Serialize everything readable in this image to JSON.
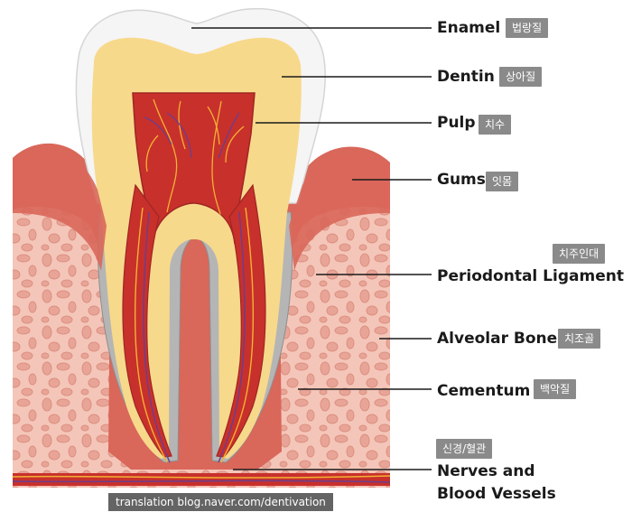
{
  "labels": {
    "enamel": {
      "en": "Enamel",
      "ko": "법랑질"
    },
    "dentin": {
      "en": "Dentin",
      "ko": "상아질"
    },
    "pulp": {
      "en": "Pulp",
      "ko": "치수"
    },
    "gums": {
      "en": "Gums",
      "ko": "잇몸"
    },
    "periodontal": {
      "en": "Periodontal Ligament",
      "ko": "치주인대"
    },
    "alveolar": {
      "en": "Alveolar Bone",
      "ko": "치조골"
    },
    "cementum": {
      "en": "Cementum",
      "ko": "백악질"
    },
    "nerves": {
      "en_line1": "Nerves and",
      "en_line2": "Blood Vessels",
      "ko": "신경/혈관"
    }
  },
  "credit": "translation blog.naver.com/dentivation",
  "colors": {
    "enamel": "#f4f4f4",
    "dentin": "#f7d98b",
    "pulp": "#c8302c",
    "gum": "#d9675a",
    "bone": "#f4c4b8",
    "ligament": "#a9a9a9",
    "nerve_yellow": "#f2b233",
    "nerve_purple": "#6b3e8e",
    "label_box": "#8a8a8a"
  }
}
